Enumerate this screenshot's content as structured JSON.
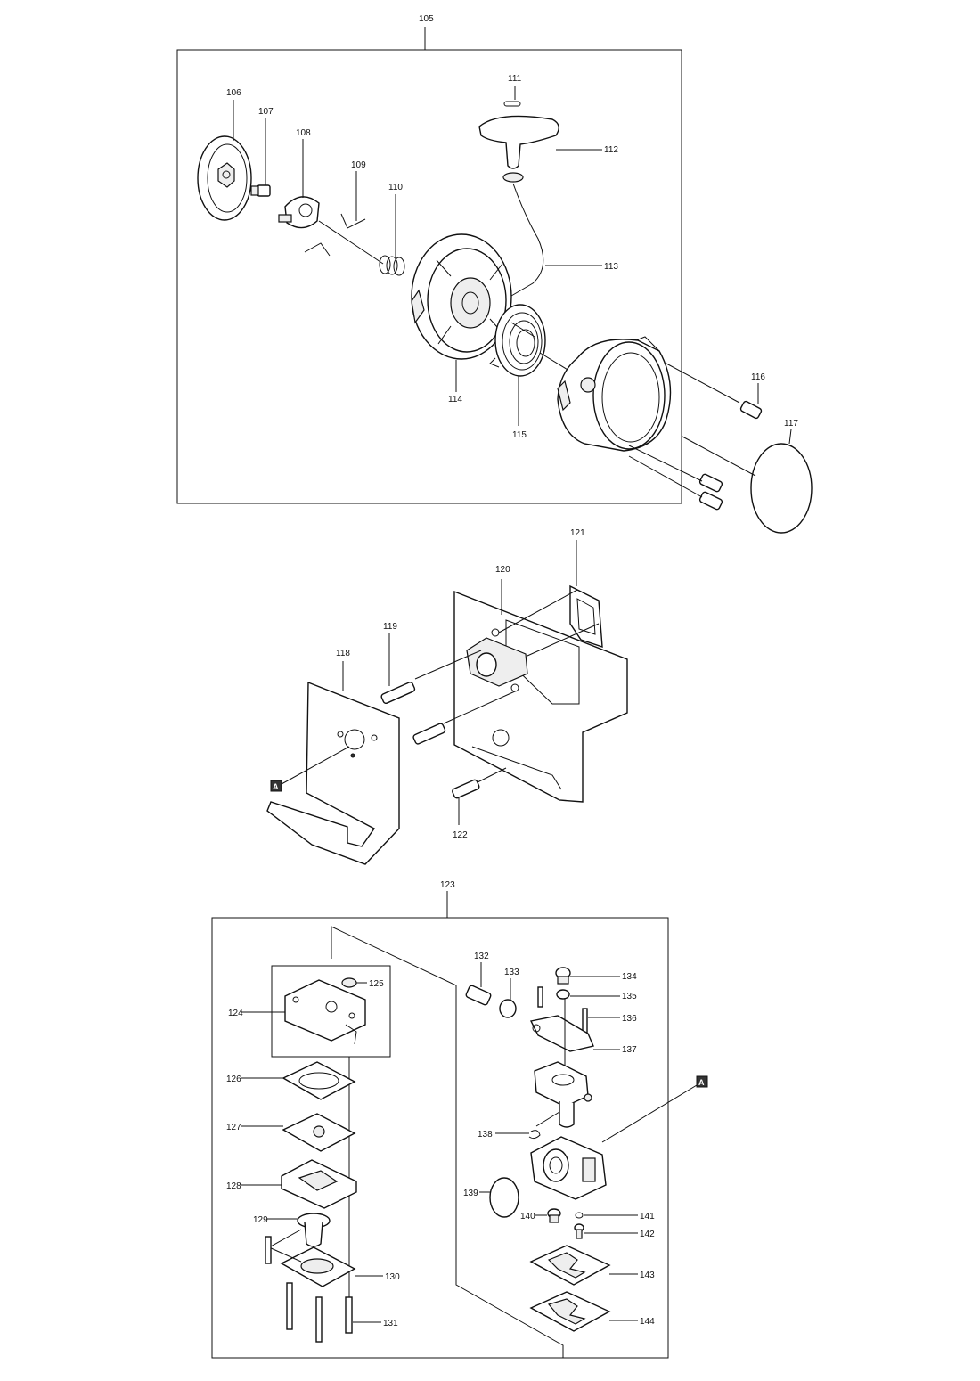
{
  "callouts": [
    {
      "label": "105"
    },
    {
      "label": "106"
    },
    {
      "label": "107"
    },
    {
      "label": "108"
    },
    {
      "label": "109"
    },
    {
      "label": "110"
    },
    {
      "label": "111"
    },
    {
      "label": "112"
    },
    {
      "label": "113"
    },
    {
      "label": "114"
    },
    {
      "label": "115"
    },
    {
      "label": "116"
    },
    {
      "label": "117"
    },
    {
      "label": "118"
    },
    {
      "label": "119"
    },
    {
      "label": "120"
    },
    {
      "label": "121"
    },
    {
      "label": "122"
    },
    {
      "label": "123"
    },
    {
      "label": "124"
    },
    {
      "label": "125"
    },
    {
      "label": "126"
    },
    {
      "label": "127"
    },
    {
      "label": "128"
    },
    {
      "label": "129"
    },
    {
      "label": "130"
    },
    {
      "label": "131"
    },
    {
      "label": "132"
    },
    {
      "label": "133"
    },
    {
      "label": "134"
    },
    {
      "label": "135"
    },
    {
      "label": "136"
    },
    {
      "label": "137"
    },
    {
      "label": "138"
    },
    {
      "label": "139"
    },
    {
      "label": "140"
    },
    {
      "label": "141"
    },
    {
      "label": "142"
    },
    {
      "label": "143"
    },
    {
      "label": "144"
    }
  ],
  "refs": [
    {
      "label": "A"
    },
    {
      "label": "A"
    }
  ]
}
